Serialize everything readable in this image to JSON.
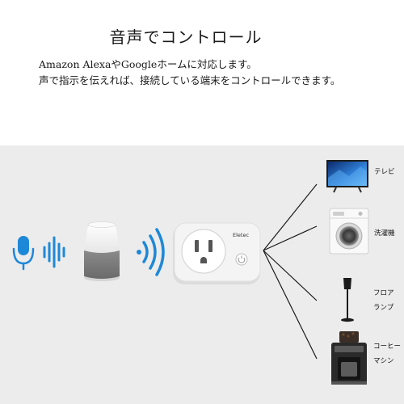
{
  "header": {
    "title": "音声でコントロール",
    "desc_line1": "Amazon AlexaやGoogleホームに対応します。",
    "desc_line2": "声で指示を伝えれば、接続している端末をコントロールできます。"
  },
  "plug": {
    "brand": "Eletec"
  },
  "devices": [
    {
      "name": "tv",
      "label": "テレビ"
    },
    {
      "name": "washer",
      "label": "洗濯機"
    },
    {
      "name": "floor-lamp",
      "label_line1": "フロア",
      "label_line2": "ランプ"
    },
    {
      "name": "coffee-machine",
      "label_line1": "コーヒー",
      "label_line2": "マシン"
    }
  ],
  "colors": {
    "accent_blue": "#1e88d8",
    "panel_bg": "#ececec",
    "plug_body": "#f4f4f4"
  },
  "icons": [
    "microphone-icon",
    "voice-wave-icon",
    "smart-speaker",
    "wifi-signal-icon",
    "smart-plug"
  ]
}
